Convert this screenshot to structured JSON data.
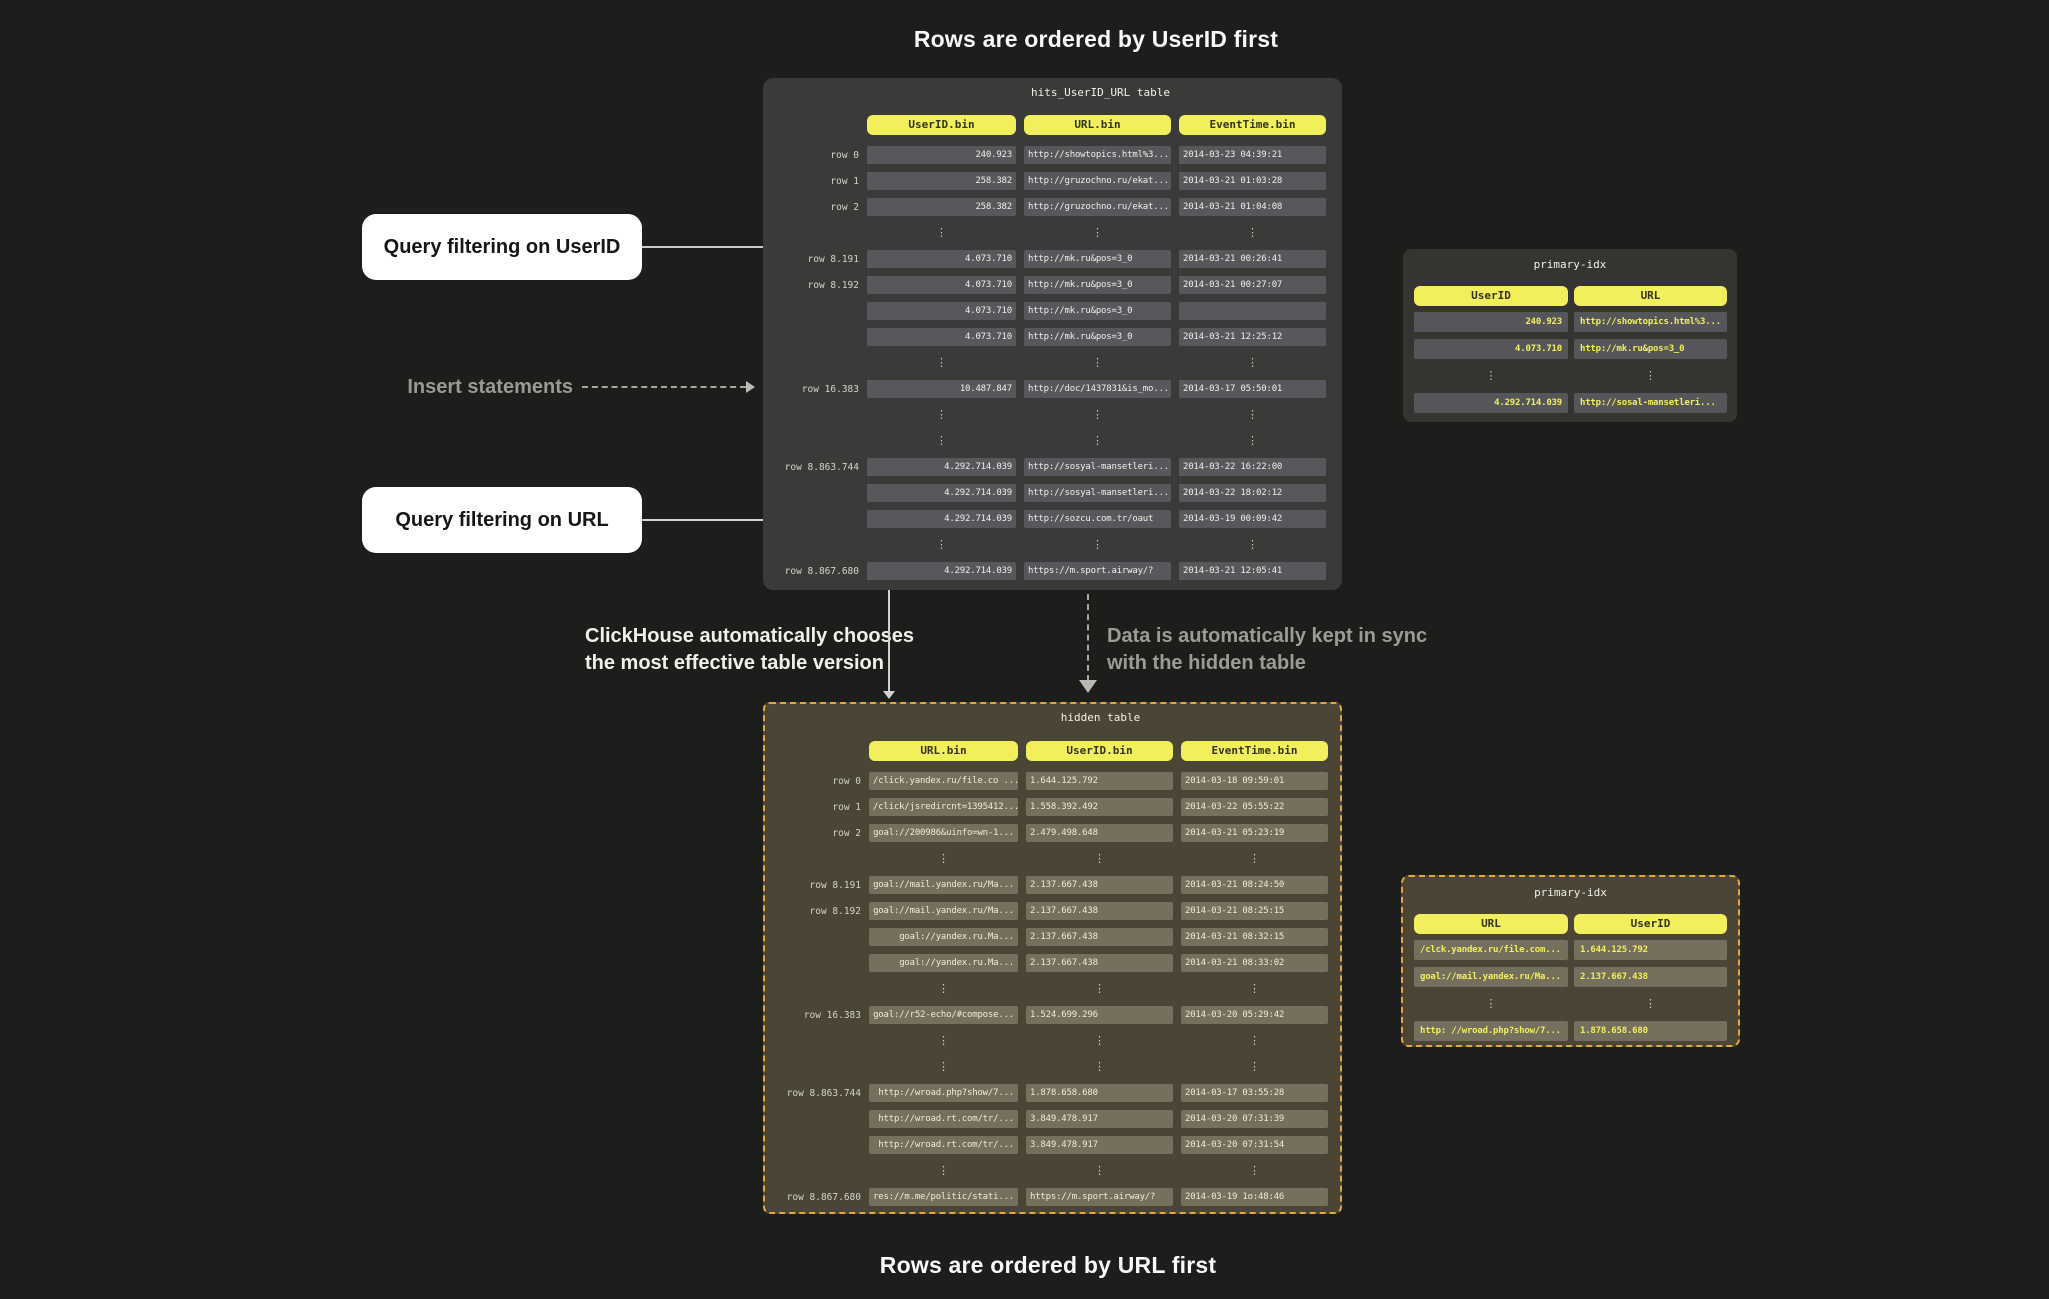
{
  "titles": {
    "top": "Rows are ordered by UserID first",
    "bottom": "Rows are ordered by URL first"
  },
  "labels": {
    "query_userid": "Query filtering on UserID",
    "insert_statements": "Insert statements",
    "query_url": "Query filtering on URL",
    "auto_choose": [
      "ClickHouse automatically chooses",
      "the most effective table version"
    ],
    "kept_in_sync": [
      "Data is automatically kept in sync",
      "with the hidden table"
    ]
  },
  "colors": {
    "background": "#1d1e1c",
    "main_panel": "#3a3b38",
    "hidden_panel": "#4a4534",
    "hidden_border": "#dfa93e",
    "header_pill": "#f2ef5c",
    "main_cell": "#57585b",
    "hidden_cell": "#756f5d",
    "index_text": "#f2ef5c",
    "callout_box": "#ffffff"
  },
  "tables": {
    "main": {
      "title": "hits_UserID_URL table",
      "headers": [
        "UserID.bin",
        "URL.bin",
        "EventTime.bin"
      ],
      "rows": [
        {
          "label": "row 0",
          "cells": [
            "240.923",
            "http://showtopics.html%3...",
            "2014-03-23 04:39:21"
          ]
        },
        {
          "label": "row 1",
          "cells": [
            "258.382",
            "http://gruzochno.ru/ekat...",
            "2014-03-21 01:03:28"
          ]
        },
        {
          "label": "row 2",
          "cells": [
            "258.382",
            "http://gruzochno.ru/ekat...",
            "2014-03-21 01:04:08"
          ]
        },
        {
          "dots": true
        },
        {
          "label": "row 8.191",
          "cells": [
            "4.073.710",
            "http://mk.ru&pos=3_0",
            "2014-03-21 00:26:41"
          ]
        },
        {
          "label": "row 8.192",
          "cells": [
            "4.073.710",
            "http://mk.ru&pos=3_0",
            "2014-03-21 00:27:07"
          ]
        },
        {
          "label": "",
          "cells": [
            "4.073.710",
            "http://mk.ru&pos=3_0",
            ""
          ]
        },
        {
          "label": "",
          "cells": [
            "4.073.710",
            "http://mk.ru&pos=3_0",
            "2014-03-21 12:25:12"
          ]
        },
        {
          "dots": true
        },
        {
          "label": "row 16.383",
          "cells": [
            "10.487.847",
            "http://doc/1437831&is_mo...",
            "2014-03-17 05:50:01"
          ]
        },
        {
          "dots": true
        },
        {
          "dots": true
        },
        {
          "label": "row 8.863.744",
          "cells": [
            "4.292.714.039",
            "http://sosyal-mansetleri...",
            "2014-03-22 16:22:00"
          ]
        },
        {
          "label": "",
          "cells": [
            "4.292.714.039",
            "http://sosyal-mansetleri...",
            "2014-03-22 18:02:12"
          ]
        },
        {
          "label": "",
          "cells": [
            "4.292.714.039",
            "http://sozcu.com.tr/oaut",
            "2014-03-19 00:09:42"
          ]
        },
        {
          "dots": true
        },
        {
          "label": "row 8.867.680",
          "cells": [
            "4.292.714.039",
            "https://m.sport.airway/?",
            "2014-03-21 12:05:41"
          ]
        }
      ]
    },
    "hidden": {
      "title": "hidden table",
      "headers": [
        "URL.bin",
        "UserID.bin",
        "EventTime.bin"
      ],
      "rows": [
        {
          "label": "row 0",
          "cells": [
            "/click.yandex.ru/file.co ...",
            "1.644.125.792",
            "2014-03-18 09:59:01"
          ]
        },
        {
          "label": "row 1",
          "cells": [
            "/click/jsredircnt=1395412...",
            "1.558.392.492",
            "2014-03-22 05:55:22"
          ]
        },
        {
          "label": "row 2",
          "cells": [
            "goal://200986&uinfo=wn-1...",
            "2.479.498.648",
            "2014-03-21 05:23:19"
          ]
        },
        {
          "dots": true
        },
        {
          "label": "row 8.191",
          "cells": [
            "goal://mail.yandex.ru/Ma...",
            "2.137.667.438",
            "2014-03-21 08:24:50"
          ]
        },
        {
          "label": "row 8.192",
          "cells": [
            "goal://mail.yandex.ru/Ma...",
            "2.137.667.438",
            "2014-03-21 08:25:15"
          ]
        },
        {
          "label": "",
          "cells": [
            "goal://yandex.ru.Ma...",
            "2.137.667.438",
            "2014-03-21 08:32:15"
          ]
        },
        {
          "label": "",
          "cells": [
            "goal://yandex.ru.Ma...",
            "2.137.667.438",
            "2014-03-21 08:33:02"
          ]
        },
        {
          "dots": true
        },
        {
          "label": "row 16.383",
          "cells": [
            "goal://r52-echo/#compose...",
            "1.524.699.296",
            "2014-03-20 05:29:42"
          ]
        },
        {
          "dots": true
        },
        {
          "dots": true
        },
        {
          "label": "row 8.863.744",
          "cells": [
            "http://wroad.php?show/7...",
            "1.878.658.680",
            "2014-03-17 03:55:28"
          ]
        },
        {
          "label": "",
          "cells": [
            "http://wroad.rt.com/tr/...",
            "3.849.478.917",
            "2014-03-20 07:31:39"
          ]
        },
        {
          "label": "",
          "cells": [
            "http://wroad.rt.com/tr/...",
            "3.849.478.917",
            "2014-03-20 07:31:54"
          ]
        },
        {
          "dots": true
        },
        {
          "label": "row 8.867.680",
          "cells": [
            "res://m.me/politic/stati...",
            "https://m.sport.airway/?",
            "2014-03-19 1o:48:46"
          ]
        }
      ]
    },
    "idx_top": {
      "title": "primary-idx",
      "headers": [
        "UserID",
        "URL"
      ],
      "rows": [
        {
          "cells": [
            "240.923",
            "http://showtopics.html%3..."
          ]
        },
        {
          "cells": [
            "4.073.710",
            "http://mk.ru&pos=3_0"
          ]
        },
        {
          "dots": true
        },
        {
          "cells": [
            "4.292.714.039",
            "http://sosal-mansetleri..."
          ]
        }
      ]
    },
    "idx_bottom": {
      "title": "primary-idx",
      "headers": [
        "URL",
        "UserID"
      ],
      "rows": [
        {
          "cells": [
            "/clck.yandex.ru/file.com...",
            "1.644.125.792"
          ]
        },
        {
          "cells": [
            "goal://mail.yandex.ru/Ma...",
            "2.137.667.438"
          ]
        },
        {
          "dots": true
        },
        {
          "cells": [
            "http: //wroad.php?show/7...",
            "1.878.658.680"
          ]
        }
      ]
    }
  }
}
